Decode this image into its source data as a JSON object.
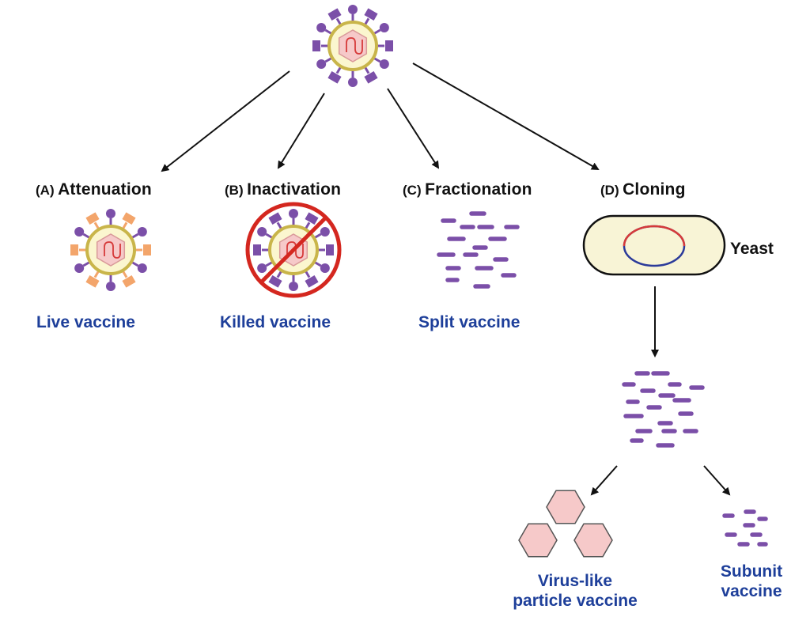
{
  "methods": [
    {
      "letter": "(A)",
      "name": "Attenuation"
    },
    {
      "letter": "(B)",
      "name": "Inactivation"
    },
    {
      "letter": "(C)",
      "name": "Fractionation"
    },
    {
      "letter": "(D)",
      "name": "Cloning"
    }
  ],
  "vaccines": {
    "live": "Live vaccine",
    "killed": "Killed vaccine",
    "split": "Split vaccine",
    "vlp_line1": "Virus-like",
    "vlp_line2": "particle vaccine",
    "subunit_line1": "Subunit",
    "subunit_line2": "vaccine"
  },
  "host": "Yeast",
  "colors": {
    "spike": "#7b4fa8",
    "spike_orange": "#f3a56b",
    "envelope": "#c9b54a",
    "envelope_fill": "#fbf6cf",
    "capsid": "#f6c9c9",
    "genome": "#d63a3a",
    "prohibit": "#d4271f",
    "label_blue": "#1e3f9a",
    "plasmid_red": "#d63a3a",
    "plasmid_blue": "#2b3a9a"
  }
}
